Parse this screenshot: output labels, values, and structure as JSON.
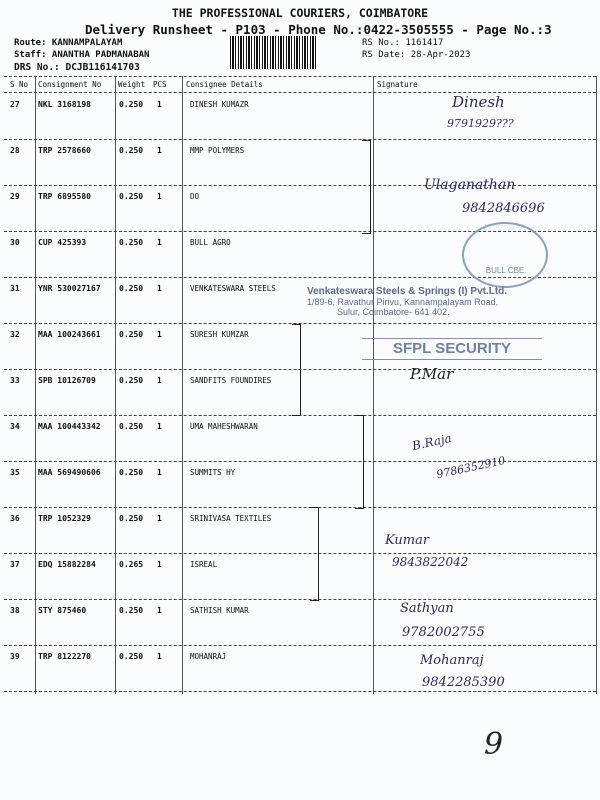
{
  "header": {
    "title": "THE PROFESSIONAL COURIERS, COIMBATORE",
    "subtitle": "Delivery Runsheet - P103 - Phone No.:0422-3505555 - Page No.:3",
    "route": "Route: KANNAMPALAYAM",
    "staff": "Staff: ANANTHA PADMANABAN",
    "drs": "DRS No.: DCJB116141703",
    "rs_no": "RS No.: 1161417",
    "rs_date": "RS Date: 28-Apr-2023"
  },
  "columns": {
    "sno": "S No",
    "consignment": "Consignment No",
    "weight": "Weight",
    "pcs": "PCS",
    "consignee": "Consignee Details",
    "signature": "Signature"
  },
  "rows": [
    {
      "sno": "27",
      "consignment": "NKL 3168198",
      "weight": "0.250",
      "pcs": "1",
      "consignee": "DINESH KUMAZR"
    },
    {
      "sno": "28",
      "consignment": "TRP 2578660",
      "weight": "0.250",
      "pcs": "1",
      "consignee": "MMP POLYMERS"
    },
    {
      "sno": "29",
      "consignment": "TRP 6895580",
      "weight": "0.250",
      "pcs": "1",
      "consignee": "DO"
    },
    {
      "sno": "30",
      "consignment": "CUP 425393",
      "weight": "0.250",
      "pcs": "1",
      "consignee": "BULL AGRO"
    },
    {
      "sno": "31",
      "consignment": "YNR 530027167",
      "weight": "0.250",
      "pcs": "1",
      "consignee": "VENKATESWARA STEELS"
    },
    {
      "sno": "32",
      "consignment": "MAA 100243661",
      "weight": "0.250",
      "pcs": "1",
      "consignee": "SURESH KUMZAR"
    },
    {
      "sno": "33",
      "consignment": "SPB 10126709",
      "weight": "0.250",
      "pcs": "1",
      "consignee": "SANDFITS FOUNDIRES"
    },
    {
      "sno": "34",
      "consignment": "MAA 100443342",
      "weight": "0.250",
      "pcs": "1",
      "consignee": "UMA MAHESHWARAN"
    },
    {
      "sno": "35",
      "consignment": "MAA 569490606",
      "weight": "0.250",
      "pcs": "1",
      "consignee": "SUMMITS HY"
    },
    {
      "sno": "36",
      "consignment": "TRP 1052329",
      "weight": "0.250",
      "pcs": "1",
      "consignee": "SRINIVASA TEXTILES"
    },
    {
      "sno": "37",
      "consignment": "EDQ 15882284",
      "weight": "0.265",
      "pcs": "1",
      "consignee": "ISREAL"
    },
    {
      "sno": "38",
      "consignment": "STY 875460",
      "weight": "0.250",
      "pcs": "1",
      "consignee": "SATHISH KUMAR"
    },
    {
      "sno": "39",
      "consignment": "TRP 8122270",
      "weight": "0.250",
      "pcs": "1",
      "consignee": "MOHANRAJ"
    }
  ],
  "stamps": {
    "company_name": "Venkateswara Steels & Springs (I) Pvt.Ltd.",
    "company_address": "1/89-6, Ravathur Pirivu, Kannampalayam Road,",
    "company_city": "Sulur, Coimbatore- 641 402.",
    "round_stamp": "BULL CBE",
    "security": "SFPL SECURITY"
  },
  "handwriting": {
    "sig_27": "Dinesh",
    "phone_27": "9791929???",
    "sig_29": "Ulaganathan",
    "phone_29": "9842846696",
    "sig_33": "P.Mar",
    "sig_35": "B.Raja",
    "phone_35": "9786352910",
    "sig_37": "Kumar",
    "phone_37": "9843822042",
    "sig_38": "Sathyan",
    "phone_38": "9782002755",
    "sig_39": "Mohanraj",
    "phone_39": "9842285390",
    "page_mark": "9"
  }
}
